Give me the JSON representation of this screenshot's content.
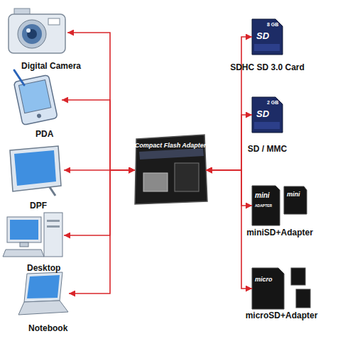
{
  "diagram": {
    "nodes": [
      {
        "text": [
          "Digital Camera"
        ]
      },
      {
        "text": [
          "PDA"
        ]
      },
      {
        "text": [
          "DPF"
        ]
      },
      {
        "text": [
          "Desktop"
        ]
      },
      {
        "text": [
          "Notebook"
        ]
      },
      {
        "text": [
          "Compact Flash Adapter"
        ]
      },
      {
        "text": [
          "SDHC SD 3.0 Card"
        ]
      },
      {
        "text": [
          "SD / MMC"
        ]
      },
      {
        "text": [
          "miniSD+Adapter"
        ]
      },
      {
        "text": [
          "microSD+Adapter"
        ]
      }
    ],
    "edges": [
      {
        "from": 5,
        "to": 0,
        "arrow": "both"
      },
      {
        "from": 5,
        "to": 1,
        "arrow": "both"
      },
      {
        "from": 5,
        "to": 2,
        "arrow": "both"
      },
      {
        "from": 5,
        "to": 3,
        "arrow": "both"
      },
      {
        "from": 5,
        "to": 4,
        "arrow": "both"
      },
      {
        "from": 5,
        "to": 6,
        "arrow": "both"
      },
      {
        "from": 5,
        "to": 7,
        "arrow": "both"
      },
      {
        "from": 5,
        "to": 8,
        "arrow": "both"
      },
      {
        "from": 5,
        "to": 9,
        "arrow": "both"
      }
    ],
    "labels": [
      "8 GB",
      "SD",
      "2 GB",
      "SD",
      "mini",
      "ADAPTER",
      "mini",
      "micro"
    ]
  }
}
